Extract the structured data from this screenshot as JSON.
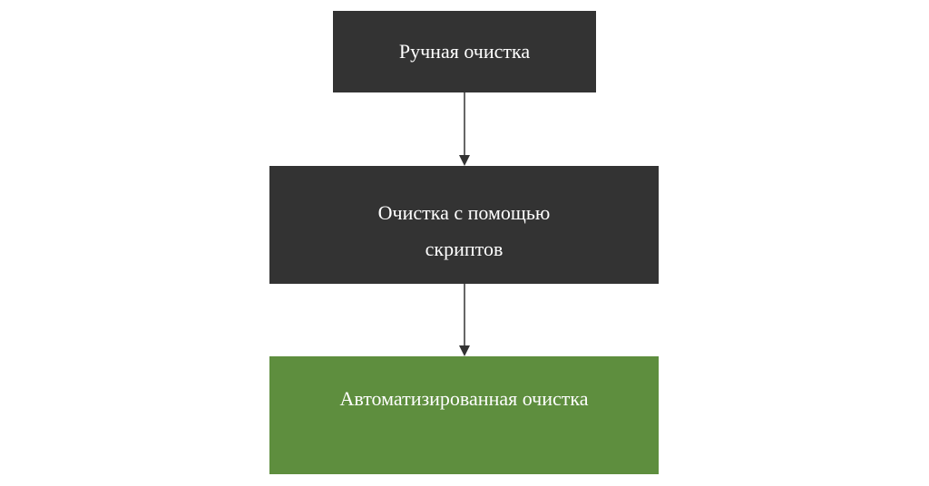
{
  "nodes": [
    {
      "label": "Ручная очистка",
      "color": "#333333"
    },
    {
      "label_line1": "Очистка с помощью",
      "label_line2": "скриптов",
      "color": "#333333"
    },
    {
      "label": "Автоматизированная очистка",
      "color": "#5e8e3e"
    }
  ],
  "edges": [
    {
      "from": 0,
      "to": 1
    },
    {
      "from": 1,
      "to": 2
    }
  ]
}
